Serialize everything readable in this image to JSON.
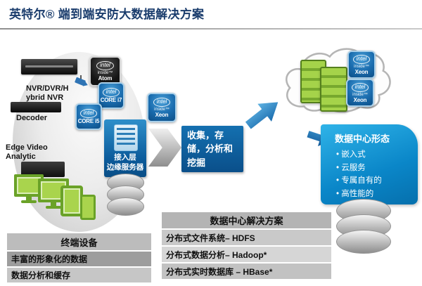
{
  "header": {
    "title": "英特尔® 端到端安防大数据解决方案"
  },
  "edge_group": {
    "nvr_label": "NVR/DVR/Hybrid NVR",
    "decoder_label": "Decoder",
    "edge_video_label": "Edge Video Analytic"
  },
  "chips": {
    "brand": "intel",
    "inside": "inside™",
    "atom": "Atom",
    "core_i7": "CORE i7",
    "core_i5": "CORE i5",
    "xeon": "Xeon"
  },
  "flow": {
    "edge_server_line1": "接入层",
    "edge_server_line2": "边缘服务器",
    "collect_label": "收集，存储，分析和挖掘"
  },
  "datacenter_forms": {
    "title": "数据中心形态",
    "items": [
      "嵌入式",
      "云服务",
      "专属自有的",
      "高性能的"
    ]
  },
  "tables": {
    "terminal": {
      "header": "终端设备",
      "rows": [
        "丰富的形象化的数据",
        "数据分析和缓存"
      ]
    },
    "datacenter": {
      "header": "数据中心解决方案",
      "rows": [
        "分布式文件系统– HDFS",
        "分布式数据分析– Hadoop*",
        "分布式实时数据库 – HBase*"
      ]
    }
  },
  "colors": {
    "title_blue": "#1b3d6d",
    "intel_blue": "#0d5d9f",
    "bright_blue": "#0aa0dc",
    "device_green": "#8cc63e",
    "table_gray": "#bfbfbf"
  }
}
